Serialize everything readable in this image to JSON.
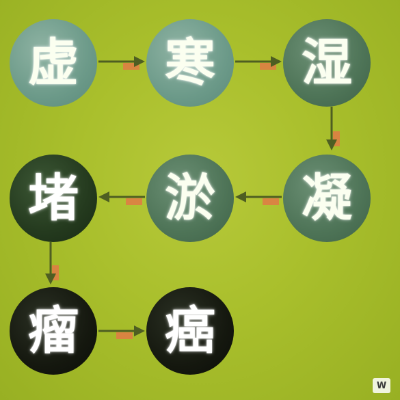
{
  "diagram": {
    "nodes": [
      {
        "id": "n1",
        "char": "虚"
      },
      {
        "id": "n2",
        "char": "寒"
      },
      {
        "id": "n3",
        "char": "湿"
      },
      {
        "id": "n4",
        "char": "凝"
      },
      {
        "id": "n5",
        "char": "淤"
      },
      {
        "id": "n6",
        "char": "堵"
      },
      {
        "id": "n7",
        "char": "瘤"
      },
      {
        "id": "n8",
        "char": "癌"
      }
    ],
    "flow": [
      "虚",
      "寒",
      "湿",
      "凝",
      "淤",
      "堵",
      "瘤",
      "癌"
    ]
  },
  "colors": {
    "background": "#a9bf2c",
    "arrow": "#5b6b2a",
    "arrow_accent": "#e07a45",
    "glyph": "#ffffff"
  },
  "watermark": {
    "text": "W"
  }
}
